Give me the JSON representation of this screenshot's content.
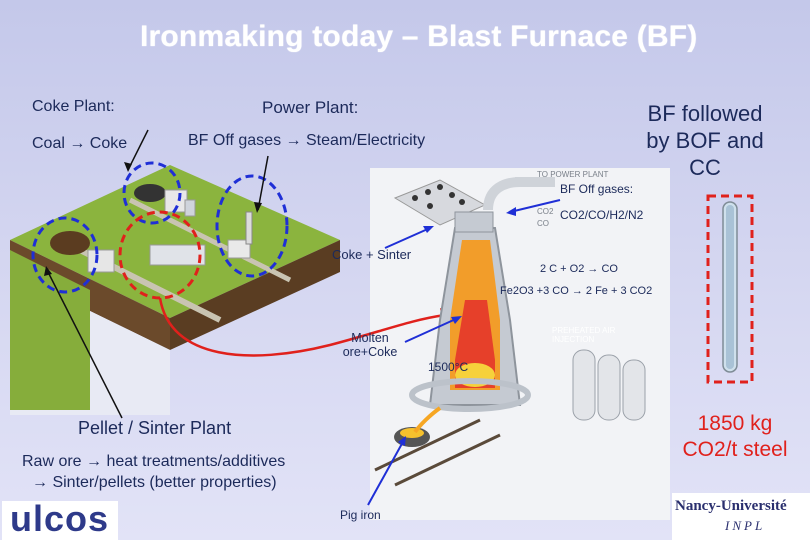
{
  "slide": {
    "title": "Ironmaking today – Blast Furnace (BF)",
    "coke_plant_title": "Coke Plant:",
    "coke_plant_desc": "Coal → Coke",
    "power_plant_title": "Power Plant:",
    "power_plant_desc": "BF Off gases → Steam/Electricity",
    "bf_followed": [
      "BF followed",
      "by BOF and",
      "CC"
    ],
    "off_gases_label": "BF Off gases:",
    "off_gases_composition": "CO2/CO/H2/N2",
    "coke_sinter": "Coke + Sinter",
    "reaction_1": "2 C + O2 → CO",
    "reaction_2": "Fe2O3 +3 CO → 2 Fe + 3 CO2",
    "molten_label": [
      "Molten",
      "ore+Coke"
    ],
    "temperature": "1500°C",
    "co2_result": [
      "1850 kg",
      "CO2/t steel"
    ],
    "pellet_title": "Pellet / Sinter Plant",
    "pellet_desc_1": "Raw ore → heat treatments/additives",
    "pellet_desc_2": "→ Sinter/pellets (better properties)",
    "pig_iron": "Pig iron",
    "to_power_plant": "TO POWER PLANT",
    "preheated_air": [
      "PREHEATED AIR",
      "INJECTION"
    ],
    "co2_small": "CO2",
    "co_small": "CO",
    "logo_left": "ulcos",
    "logo_right_title": "Nancy-Université",
    "logo_right_sub": "INPL"
  },
  "colors": {
    "background": "#d3d5f0",
    "title": "#ffffff",
    "text": "#1c2a5a",
    "highlight_red": "#e0211c",
    "dashed_blue": "#1f2fd6",
    "dashed_red": "#e0211c"
  }
}
